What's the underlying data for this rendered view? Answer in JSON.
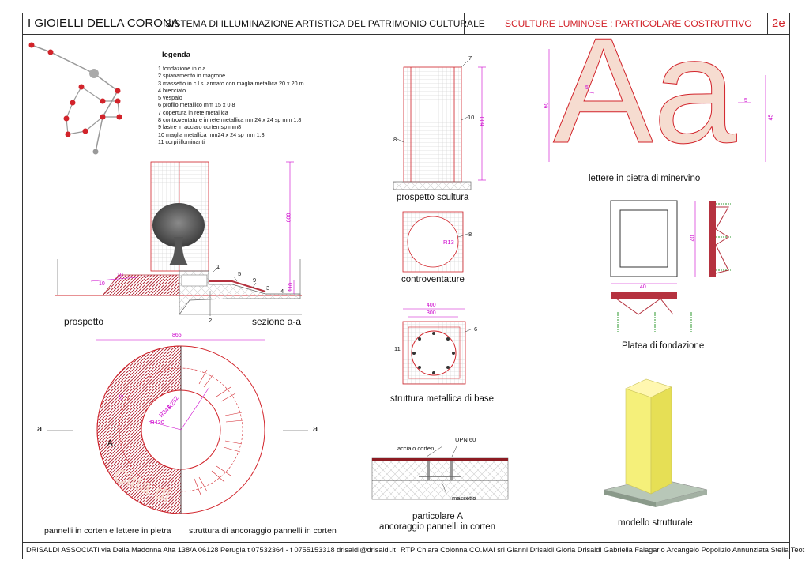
{
  "header": {
    "project": "I GIOIELLI DELLA CORONA",
    "system": "SISTEMA DI ILLUMINAZIONE ARTISTICA DEL PATRIMONIO CULTURALE",
    "sheet_title": "SCULTURE LUMINOSE : PARTICOLARE COSTRUTTIVO",
    "sheet_code": "2e"
  },
  "legend": {
    "title": "legenda",
    "items": [
      "1  fondazione in c.a.",
      "2  spianamento in magrone",
      "3  massetto in c.l.s. armato con maglia metallica 20 x 20 m",
      "4  brecciato",
      "5  vespaio",
      "6  profilo metallico mm 15 x 0,8",
      "7  copertura in rete metallica",
      "8  controventature in rete metallica mm24 x 24  sp mm 1,8",
      "9  lastre in acciaio corten sp mm8",
      "10  maglia metallica mm24 x 24  sp mm 1,8",
      "11  corpi illuminanti"
    ]
  },
  "captions": {
    "prospetto": "prospetto",
    "sezione": "sezione a-a",
    "prospetto_scultura": "prospetto scultura",
    "controventature": "controventature",
    "struttura_base": "struttura metallica di base",
    "lettere": "lettere in pietra di minervino",
    "platea": "Platea di fondazione",
    "pannelli_corten": "pannelli in corten e lettere in pietra",
    "struttura_ancoraggio": "struttura di ancoraggio pannelli in corten",
    "particolare_a": "particolare A",
    "ancoraggio": "ancoraggio pannelli in corten",
    "modello": "modello strutturale"
  },
  "annotations": {
    "letters": "Aa",
    "ring_text": "Citta di",
    "dim_865": "865",
    "dim_600": "600",
    "dim_600b": "600",
    "dim_400": "400",
    "dim_300": "300",
    "dim_40a": "40",
    "dim_40b": "40",
    "dim_60": "60",
    "dim_45": "45",
    "dim_5a": "5",
    "dim_5b": "5",
    "dim_110": "110",
    "dim_10a": "10",
    "dim_10b": "10",
    "dim_15": "15",
    "r13": "R13",
    "r252": "R252",
    "r343": "R343",
    "r430": "R430",
    "sec_a_left": "a",
    "sec_a_right": "a",
    "detail_a": "A",
    "acciaio_corten": "acciaio corten",
    "upn": "UPN 60",
    "massetto": "massetto",
    "n1": "1",
    "n2": "2",
    "n3": "3",
    "n4": "4",
    "n5": "5",
    "n6": "6",
    "n7": "7",
    "n8": "8",
    "n8b": "8",
    "n9": "9",
    "n10": "10",
    "n11": "11"
  },
  "footer": {
    "studio": "DRISALDI ASSOCIATI  via Della Madonna Alta 138/A  06128 Perugia  t 07532364 - f 0755153318  drisaldi@drisaldi.it",
    "team": "RTP  Chiara Colonna  CO.MAI srl  Gianni Drisaldi  Gloria Drisaldi  Gabriella Falagario  Arcangelo Popolizio  Annunziata Stella Teot"
  },
  "colors": {
    "red": "#d2232a",
    "magenta": "#cc00cc",
    "stone": "#f6dcd0",
    "corten": "#b5323f",
    "yellow": "#f5f07a"
  }
}
